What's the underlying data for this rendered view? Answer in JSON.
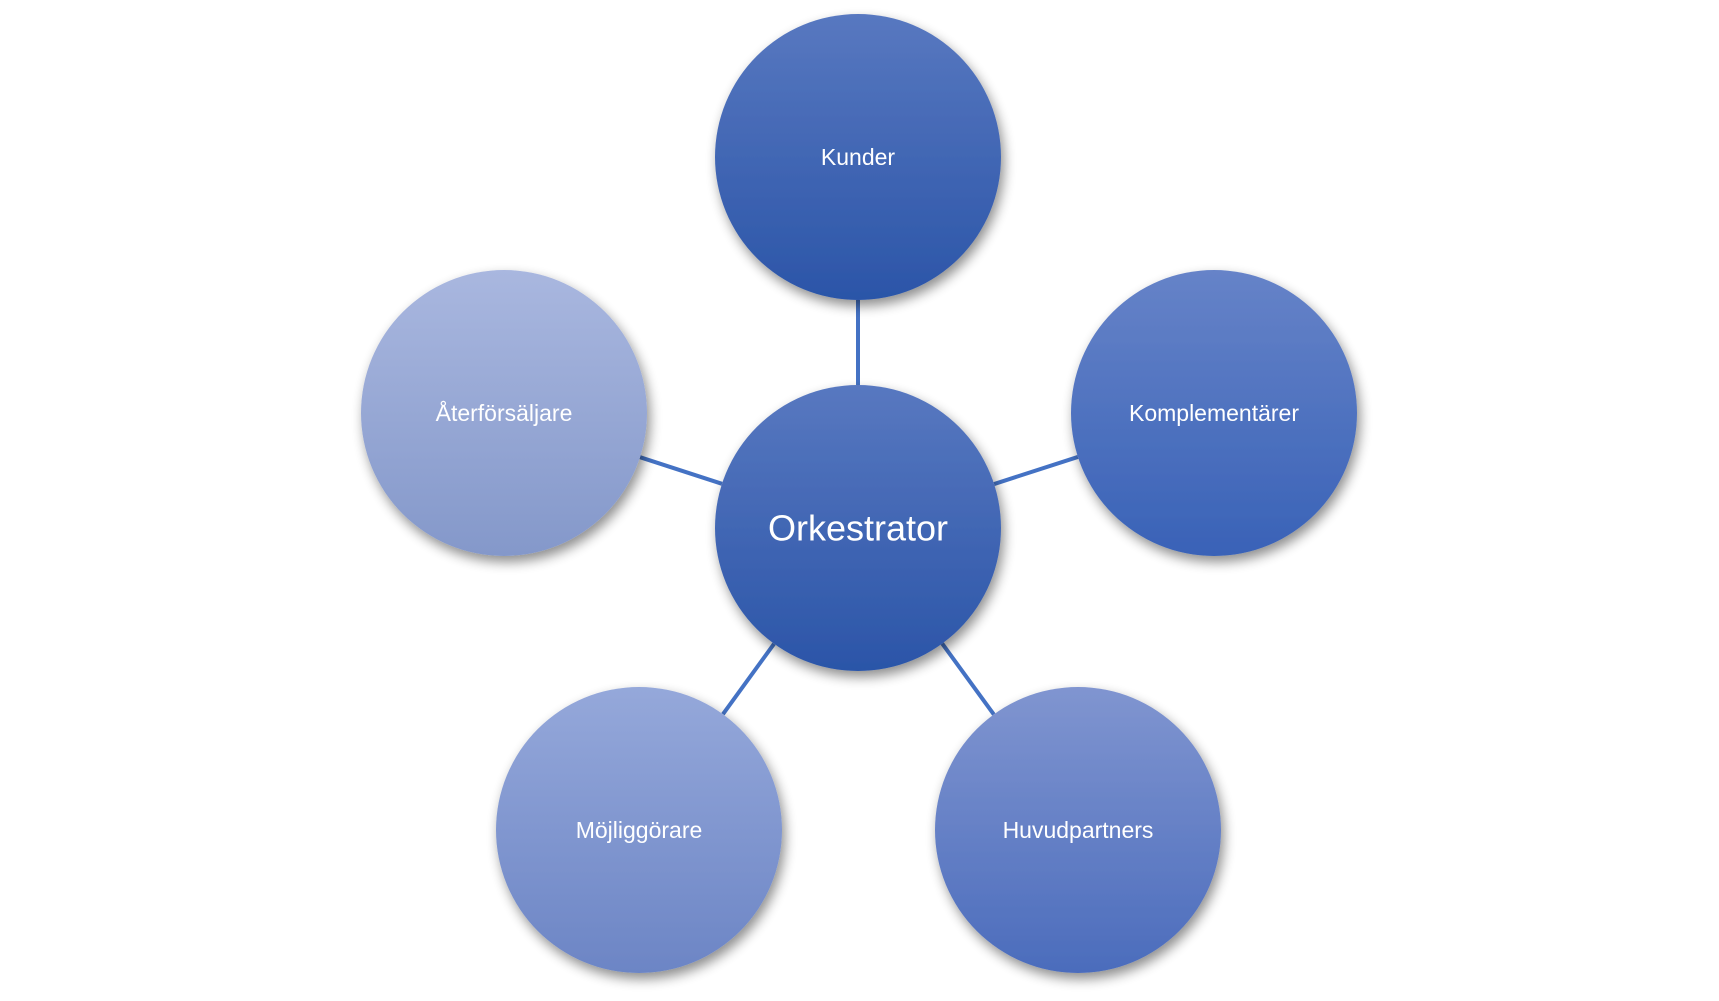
{
  "diagram": {
    "center": {
      "label": "Orkestrator",
      "color_top": "#5878c0",
      "color_bottom": "#2b55a8"
    },
    "nodes": [
      {
        "label": "Kunder",
        "color_top": "#5878c0",
        "color_bottom": "#2b55a8"
      },
      {
        "label": "Komplementärer",
        "color_top": "#6683c8",
        "color_bottom": "#3962b7"
      },
      {
        "label": "Huvudpartners",
        "color_top": "#8095d0",
        "color_bottom": "#4b6cbc"
      },
      {
        "label": "Möjliggörare",
        "color_top": "#95a8da",
        "color_bottom": "#6c85c5"
      },
      {
        "label": "Återförsäljare",
        "color_top": "#a9b7df",
        "color_bottom": "#8498ca"
      }
    ],
    "connector_color": "#4472c4"
  }
}
